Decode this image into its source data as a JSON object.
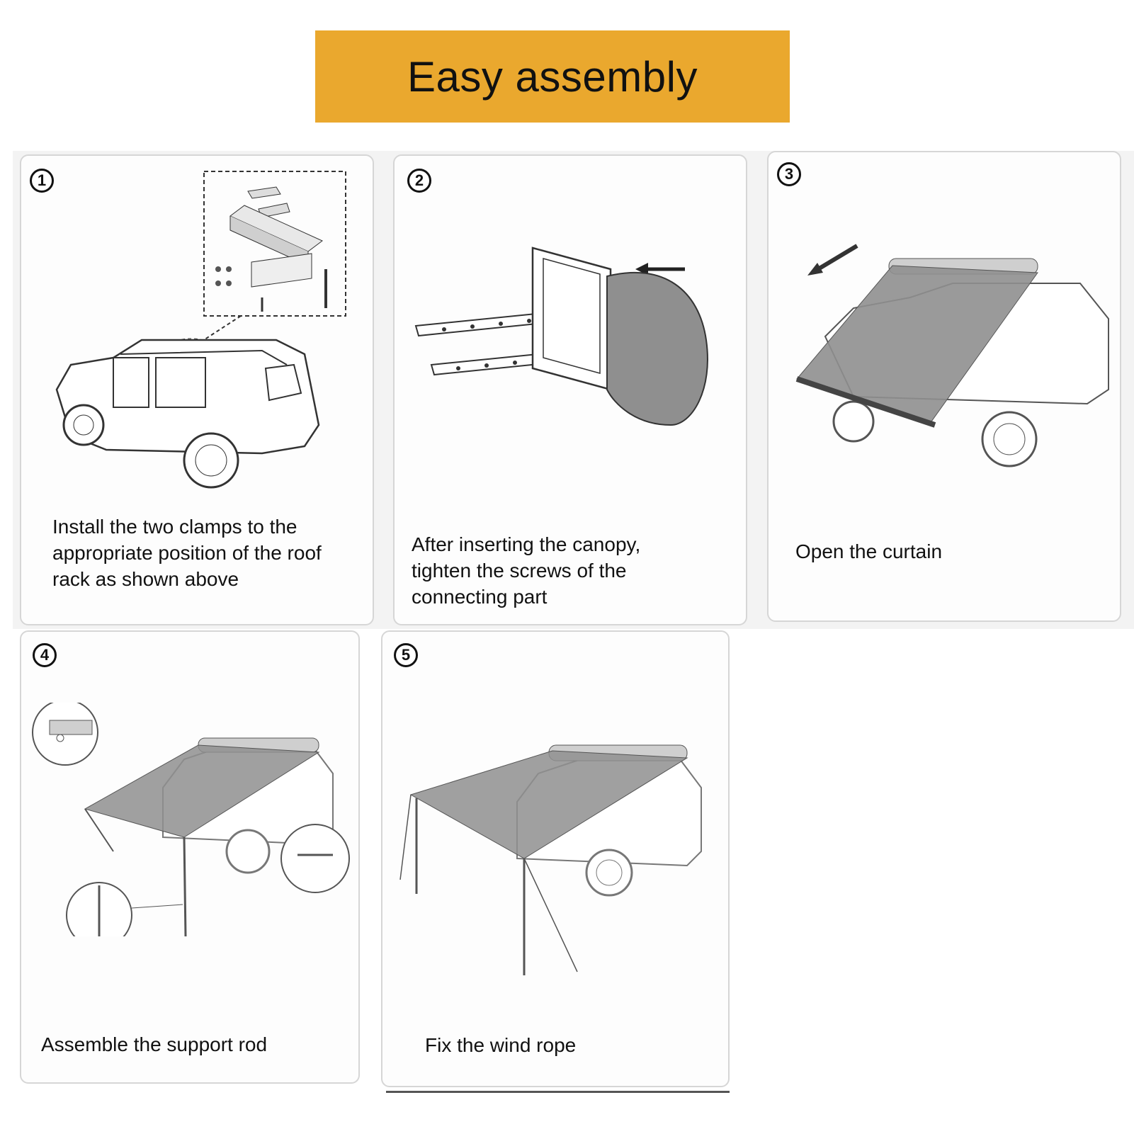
{
  "banner": {
    "title": "Easy assembly",
    "color": "#EAA82E"
  },
  "steps": [
    {
      "number": "1",
      "caption": "Install the two clamps to the\nappropriate position of the roof\n rack as shown above"
    },
    {
      "number": "2",
      "caption": "After inserting the canopy,\ntighten the screws of the\nconnecting part"
    },
    {
      "number": "3",
      "caption": "Open the curtain"
    },
    {
      "number": "4",
      "caption": "Assemble the support rod"
    },
    {
      "number": "5",
      "caption": "Fix the wind rope"
    }
  ],
  "colors": {
    "canopy": "#8f8f8f",
    "line": "#333333"
  }
}
